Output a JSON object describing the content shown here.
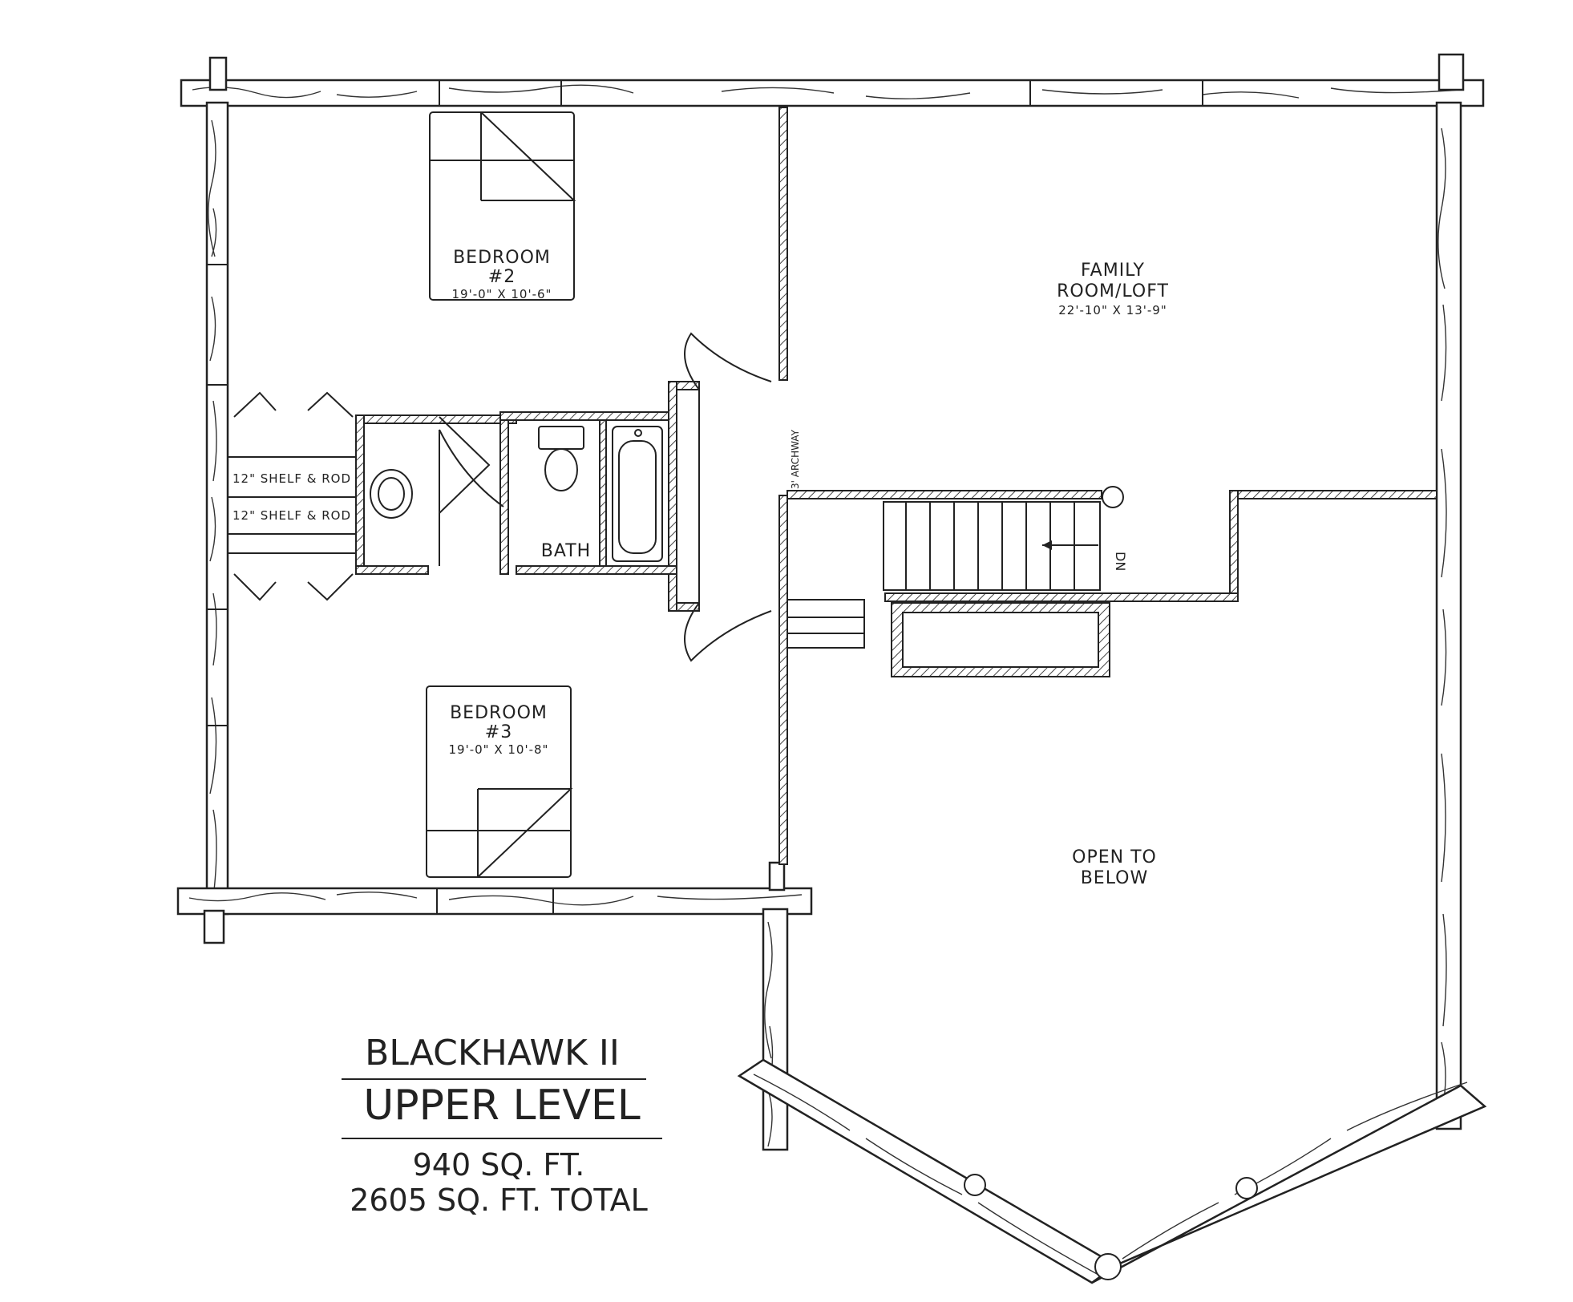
{
  "plan": {
    "rooms": {
      "bedroom2": {
        "name": "BEDROOM",
        "number": "#2",
        "dims": "19'-0\" X 10'-6\""
      },
      "bedroom3": {
        "name": "BEDROOM",
        "number": "#3",
        "dims": "19'-0\" X 10'-8\""
      },
      "family": {
        "name_line1": "FAMILY",
        "name_line2": "ROOM/LOFT",
        "dims": "22'-10\" X 13'-9\""
      },
      "open": {
        "line1": "OPEN TO",
        "line2": "BELOW"
      },
      "bath": {
        "name": "BATH"
      }
    },
    "closet_labels": [
      "12\" SHELF & ROD",
      "12\" SHELF & ROD"
    ],
    "archway_label": "3' ARCHWAY",
    "stair_label": "DN"
  },
  "title_block": {
    "model": "BLACKHAWK II",
    "level": "UPPER LEVEL",
    "area": "940 SQ. FT.",
    "total": "2605 SQ. FT. TOTAL"
  }
}
